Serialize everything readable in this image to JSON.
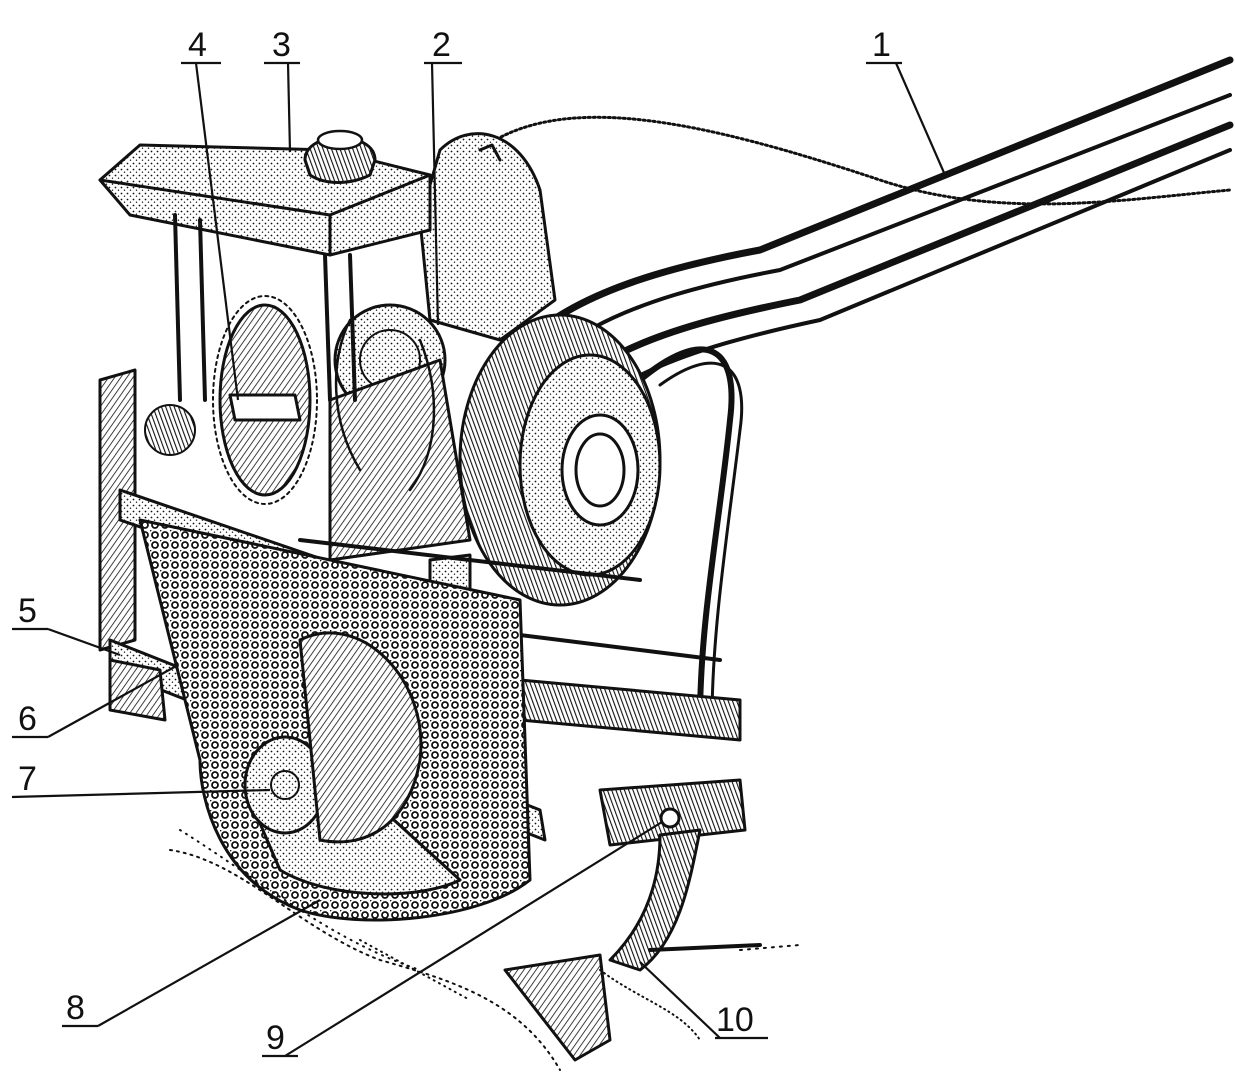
{
  "figure": {
    "callouts": [
      {
        "id": "1",
        "label": "1"
      },
      {
        "id": "2",
        "label": "2"
      },
      {
        "id": "3",
        "label": "3"
      },
      {
        "id": "4",
        "label": "4"
      },
      {
        "id": "5",
        "label": "5"
      },
      {
        "id": "6",
        "label": "6"
      },
      {
        "id": "7",
        "label": "7"
      },
      {
        "id": "8",
        "label": "8"
      },
      {
        "id": "9",
        "label": "9"
      },
      {
        "id": "10",
        "label": "10"
      }
    ],
    "colors": {
      "ink": "#111111",
      "paper": "#ffffff",
      "shade": "#2a2a2a"
    }
  }
}
